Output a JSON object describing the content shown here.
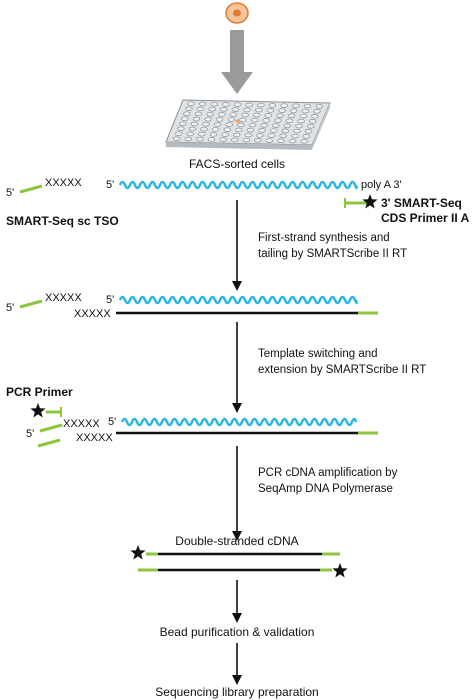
{
  "colors": {
    "rna_wave": "#29b6e3",
    "adapter": "#8cc63f",
    "strand": "#111111",
    "arrow_gray": "#9a9a9a",
    "cell_fill": "#f7c49a",
    "cell_stroke": "#e07a2f",
    "plate": "#c8ccd0"
  },
  "icons": {
    "cell": "single-cell-icon",
    "plate": "96-well-plate-icon",
    "primer_star": "star-icon"
  },
  "labels": {
    "facs": "FACS-sorted cells",
    "five_prime": "5'",
    "xs": "XXXXX",
    "tso": "SMART-Seq sc TSO",
    "polya": "poly A 3'",
    "cds_line1": "3' SMART-Seq",
    "cds_line2": "CDS Primer II A",
    "step1_line1": "First-strand synthesis and",
    "step1_line2": "tailing by SMARTScribe II RT",
    "step2_line1": "Template switching and",
    "step2_line2": "extension by SMARTScribe II RT",
    "pcr_primer": "PCR Primer",
    "step3_line1": "PCR cDNA amplification by",
    "step3_line2": "SeqAmp DNA Polymerase",
    "ds_cdna": "Double-stranded cDNA",
    "bead": "Bead purification & validation",
    "seqlib": "Sequencing library preparation"
  }
}
